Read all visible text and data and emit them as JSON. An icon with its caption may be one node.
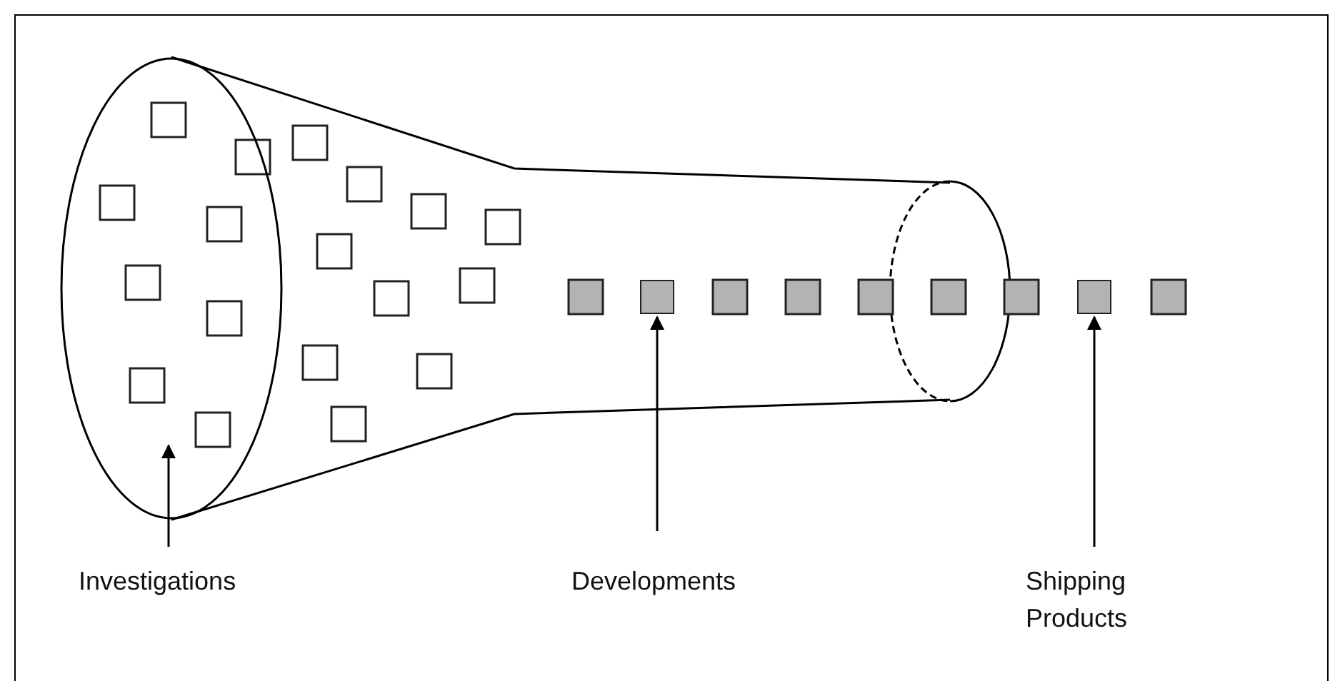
{
  "diagram": {
    "nodes": [
      {
        "text": [
          "Investigations"
        ]
      },
      {
        "text": [
          "Developments"
        ]
      },
      {
        "text": [
          "Shipping Products"
        ]
      },
      {
        "text": [],
        "shape": "circle"
      },
      {
        "text": [],
        "shape": "box"
      },
      {
        "text": [],
        "shape": "box"
      }
    ],
    "edges": [
      {
        "from": 0,
        "to": 3,
        "arrow": "to"
      },
      {
        "from": 1,
        "to": 4,
        "arrow": "to"
      },
      {
        "from": 2,
        "to": 5,
        "arrow": "to"
      }
    ]
  }
}
